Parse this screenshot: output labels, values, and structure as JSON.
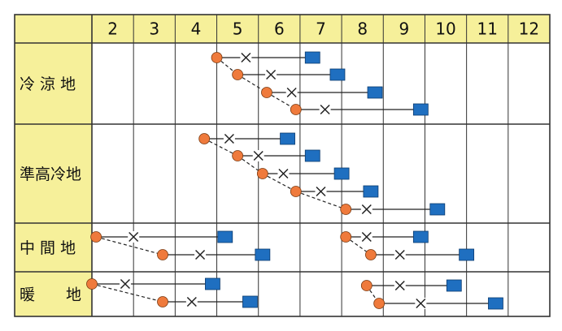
{
  "months": [
    "2",
    "3",
    "4",
    "5",
    "6",
    "7",
    "8",
    "9",
    "10",
    "11",
    "12"
  ],
  "legend": {
    "sowing": "circle",
    "planting": "cross",
    "harvest": "square"
  },
  "colors": {
    "header_fill": "#f6f09a",
    "grid": "#333333",
    "sowing": "#ef7a3c",
    "planting": "#222222",
    "harvest": "#1f6fc0"
  },
  "regions": [
    {
      "name": "冷 涼 地",
      "rows": [
        {
          "sow": 5.0,
          "plant": 5.7,
          "harvest": 7.3
        },
        {
          "sow": 5.5,
          "plant": 6.3,
          "harvest": 7.9
        },
        {
          "sow": 6.2,
          "plant": 6.8,
          "harvest": 8.8
        },
        {
          "sow": 6.9,
          "plant": 7.6,
          "harvest": 9.9
        }
      ]
    },
    {
      "name": "準高冷地",
      "rows": [
        {
          "sow": 4.7,
          "plant": 5.3,
          "harvest": 6.7
        },
        {
          "sow": 5.5,
          "plant": 6.0,
          "harvest": 7.3
        },
        {
          "sow": 6.1,
          "plant": 6.6,
          "harvest": 8.0
        },
        {
          "sow": 6.9,
          "plant": 7.5,
          "harvest": 8.7
        },
        {
          "sow": 8.1,
          "plant": 8.6,
          "harvest": 10.3
        }
      ]
    },
    {
      "name": "中 間 地",
      "rows": [
        {
          "sow": 2.1,
          "plant": 3.0,
          "harvest": 5.2
        },
        {
          "sow": 3.7,
          "plant": 4.6,
          "harvest": 6.1
        },
        {
          "sow": 8.1,
          "plant": 8.6,
          "harvest": 9.9
        },
        {
          "sow": 8.7,
          "plant": 9.4,
          "harvest": 11.0
        }
      ]
    },
    {
      "name": "暖　　地",
      "rows": [
        {
          "sow": 2.0,
          "plant": 2.8,
          "harvest": 4.9
        },
        {
          "sow": 3.7,
          "plant": 4.4,
          "harvest": 5.8
        },
        {
          "sow": 8.6,
          "plant": 9.4,
          "harvest": 10.7
        },
        {
          "sow": 8.9,
          "plant": 9.9,
          "harvest": 11.7
        }
      ]
    }
  ]
}
